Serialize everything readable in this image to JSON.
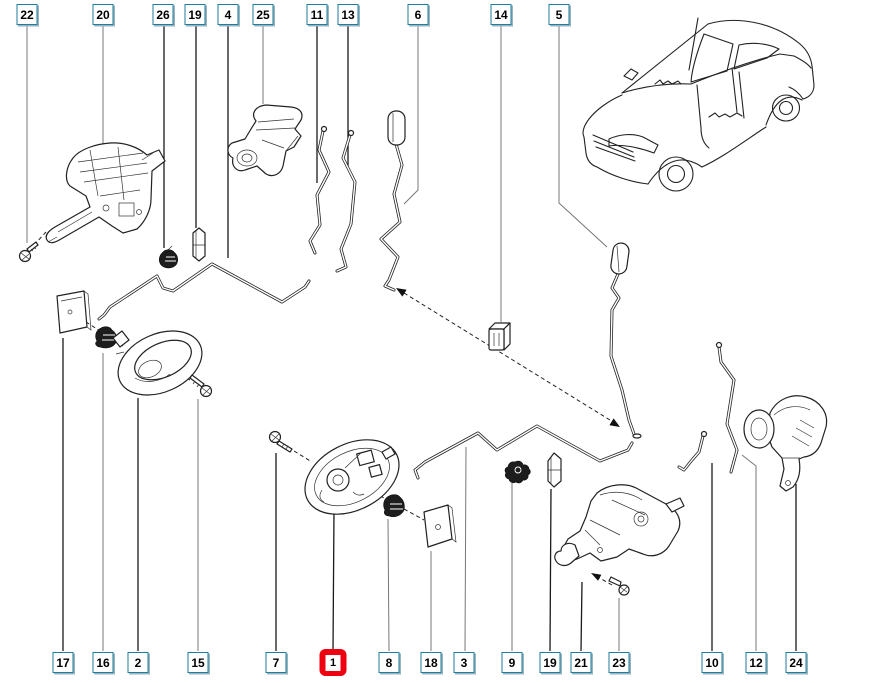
{
  "colors": {
    "background": "#ffffff",
    "callout_border": "#1e7e9e",
    "callout_highlight": "#ee0011",
    "line_art": "#222222"
  },
  "callouts": {
    "top": [
      {
        "number": "22"
      },
      {
        "number": "20"
      },
      {
        "number": "26"
      },
      {
        "number": "19"
      },
      {
        "number": "4"
      },
      {
        "number": "25"
      },
      {
        "number": "11"
      },
      {
        "number": "13"
      },
      {
        "number": "6"
      },
      {
        "number": "14"
      },
      {
        "number": "5"
      }
    ],
    "bottom": [
      {
        "number": "17"
      },
      {
        "number": "16"
      },
      {
        "number": "2"
      },
      {
        "number": "15"
      },
      {
        "number": "7"
      },
      {
        "number": "1",
        "highlighted": true
      },
      {
        "number": "8"
      },
      {
        "number": "18"
      },
      {
        "number": "3"
      },
      {
        "number": "9"
      },
      {
        "number": "19"
      },
      {
        "number": "21"
      },
      {
        "number": "23"
      },
      {
        "number": "10"
      },
      {
        "number": "12"
      },
      {
        "number": "24"
      }
    ]
  }
}
